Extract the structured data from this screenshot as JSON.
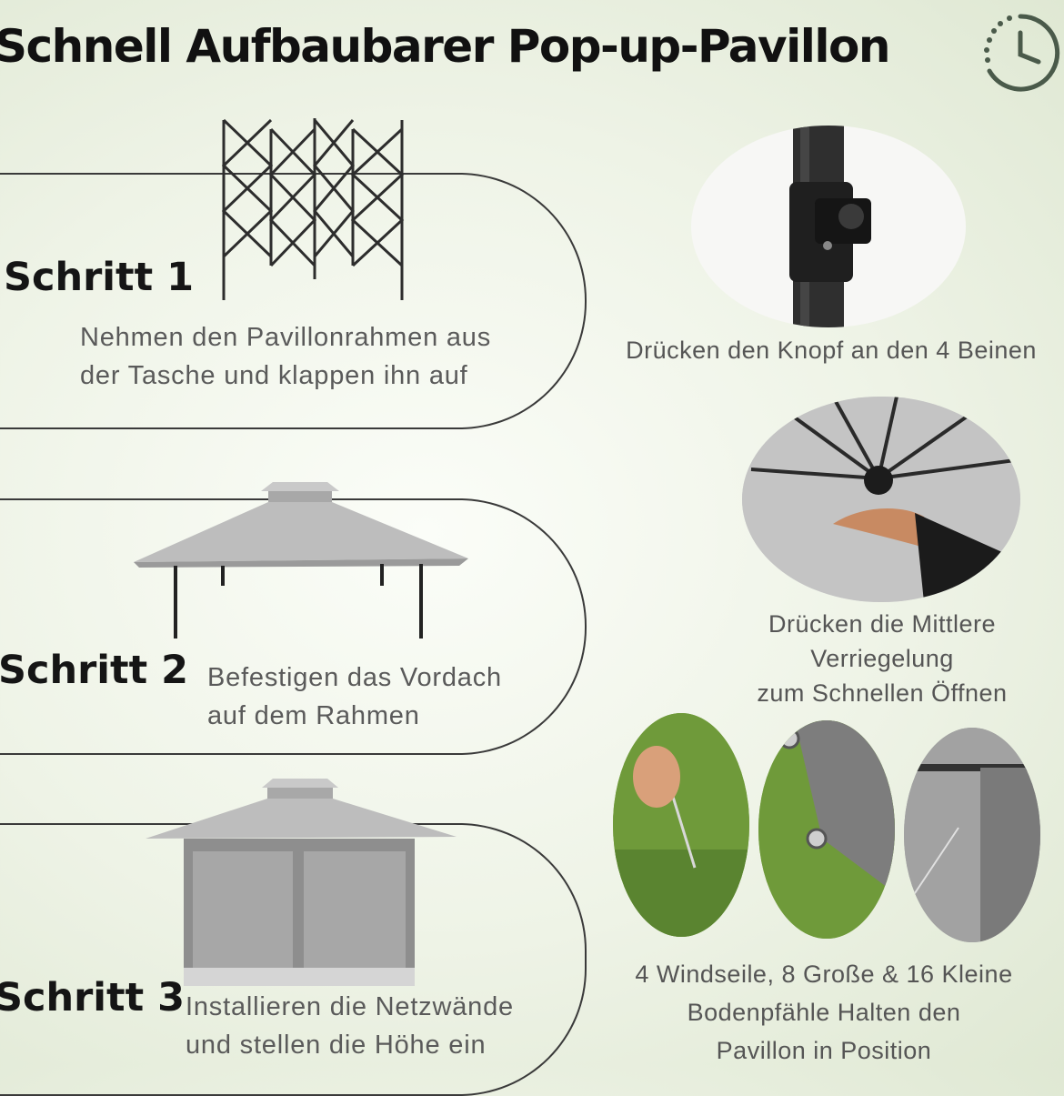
{
  "title": "Schnell Aufbaubarer Pop-up-Pavillon",
  "steps": [
    {
      "label": "Schritt 1",
      "lines": [
        "Nehmen den Pavillonrahmen aus",
        "der Tasche und klappen ihn auf"
      ]
    },
    {
      "label": "Schritt 2",
      "lines": [
        "Befestigen das Vordach",
        "auf dem Rahmen"
      ]
    },
    {
      "label": "Schritt 3",
      "lines": [
        "Installieren die Netzwände",
        "und stellen die Höhe ein"
      ]
    }
  ],
  "details": [
    {
      "lines": [
        "Drücken den Knopf an den 4 Beinen"
      ]
    },
    {
      "lines": [
        "Drücken die Mittlere",
        "Verriegelung",
        "zum Schnellen Öffnen"
      ]
    },
    {
      "lines": [
        "4 Windseile, 8 Große & 16 Kleine",
        "Bodenpfähle Halten den",
        "Pavillon in Position"
      ]
    }
  ],
  "icons": [
    "clock-icon"
  ],
  "colors": {
    "accent": "#4a5a4a",
    "canopy": "#b7b7b7",
    "grass": "#6f9a3a"
  }
}
